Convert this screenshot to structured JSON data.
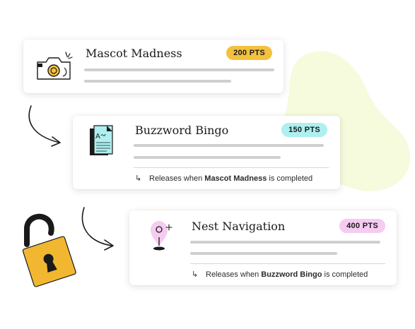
{
  "colors": {
    "blob": "#f5fbdc",
    "pts_yellow": "#f4c13f",
    "pts_cyan": "#aeeff0",
    "pts_pink": "#f6cbf1",
    "bar": "#cfcfcf",
    "lock": "#f2b731"
  },
  "cards": [
    {
      "title": "Mascot Madness",
      "points": "200 PTS",
      "icon": "camera-icon"
    },
    {
      "title": "Buzzword Bingo",
      "points": "150 PTS",
      "icon": "document-icon",
      "release_prefix": "Releases when",
      "release_task": "Mascot Madness",
      "release_suffix": "is completed"
    },
    {
      "title": "Nest Navigation",
      "points": "400 PTS",
      "icon": "map-pin-icon",
      "release_prefix": "Releases when",
      "release_task": "Buzzword Bingo",
      "release_suffix": "is completed"
    }
  ],
  "decorations": [
    "curved-arrow-icon",
    "curved-arrow-icon",
    "unlocked-padlock-icon"
  ]
}
